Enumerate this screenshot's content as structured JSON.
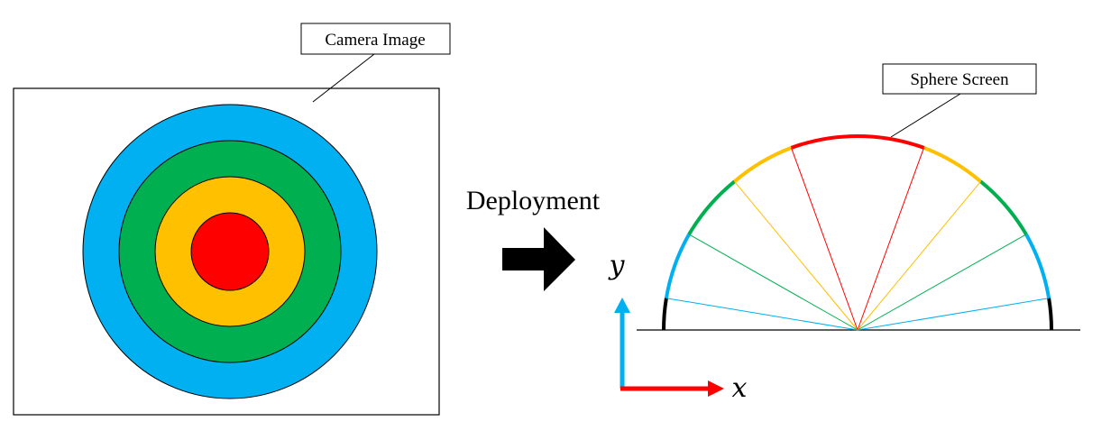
{
  "diagram": {
    "camera_label": "Camera Image",
    "sphere_label": "Sphere Screen",
    "deployment_label": "Deployment",
    "x_axis_label": "x",
    "y_axis_label": "y"
  },
  "colors": {
    "outer_ring": "#00b0f0",
    "second_ring": "#00b050",
    "third_ring": "#ffc000",
    "center": "#ff0000",
    "outline": "#000000",
    "x_axis": "#ff0000",
    "y_axis": "#00b0f0"
  }
}
